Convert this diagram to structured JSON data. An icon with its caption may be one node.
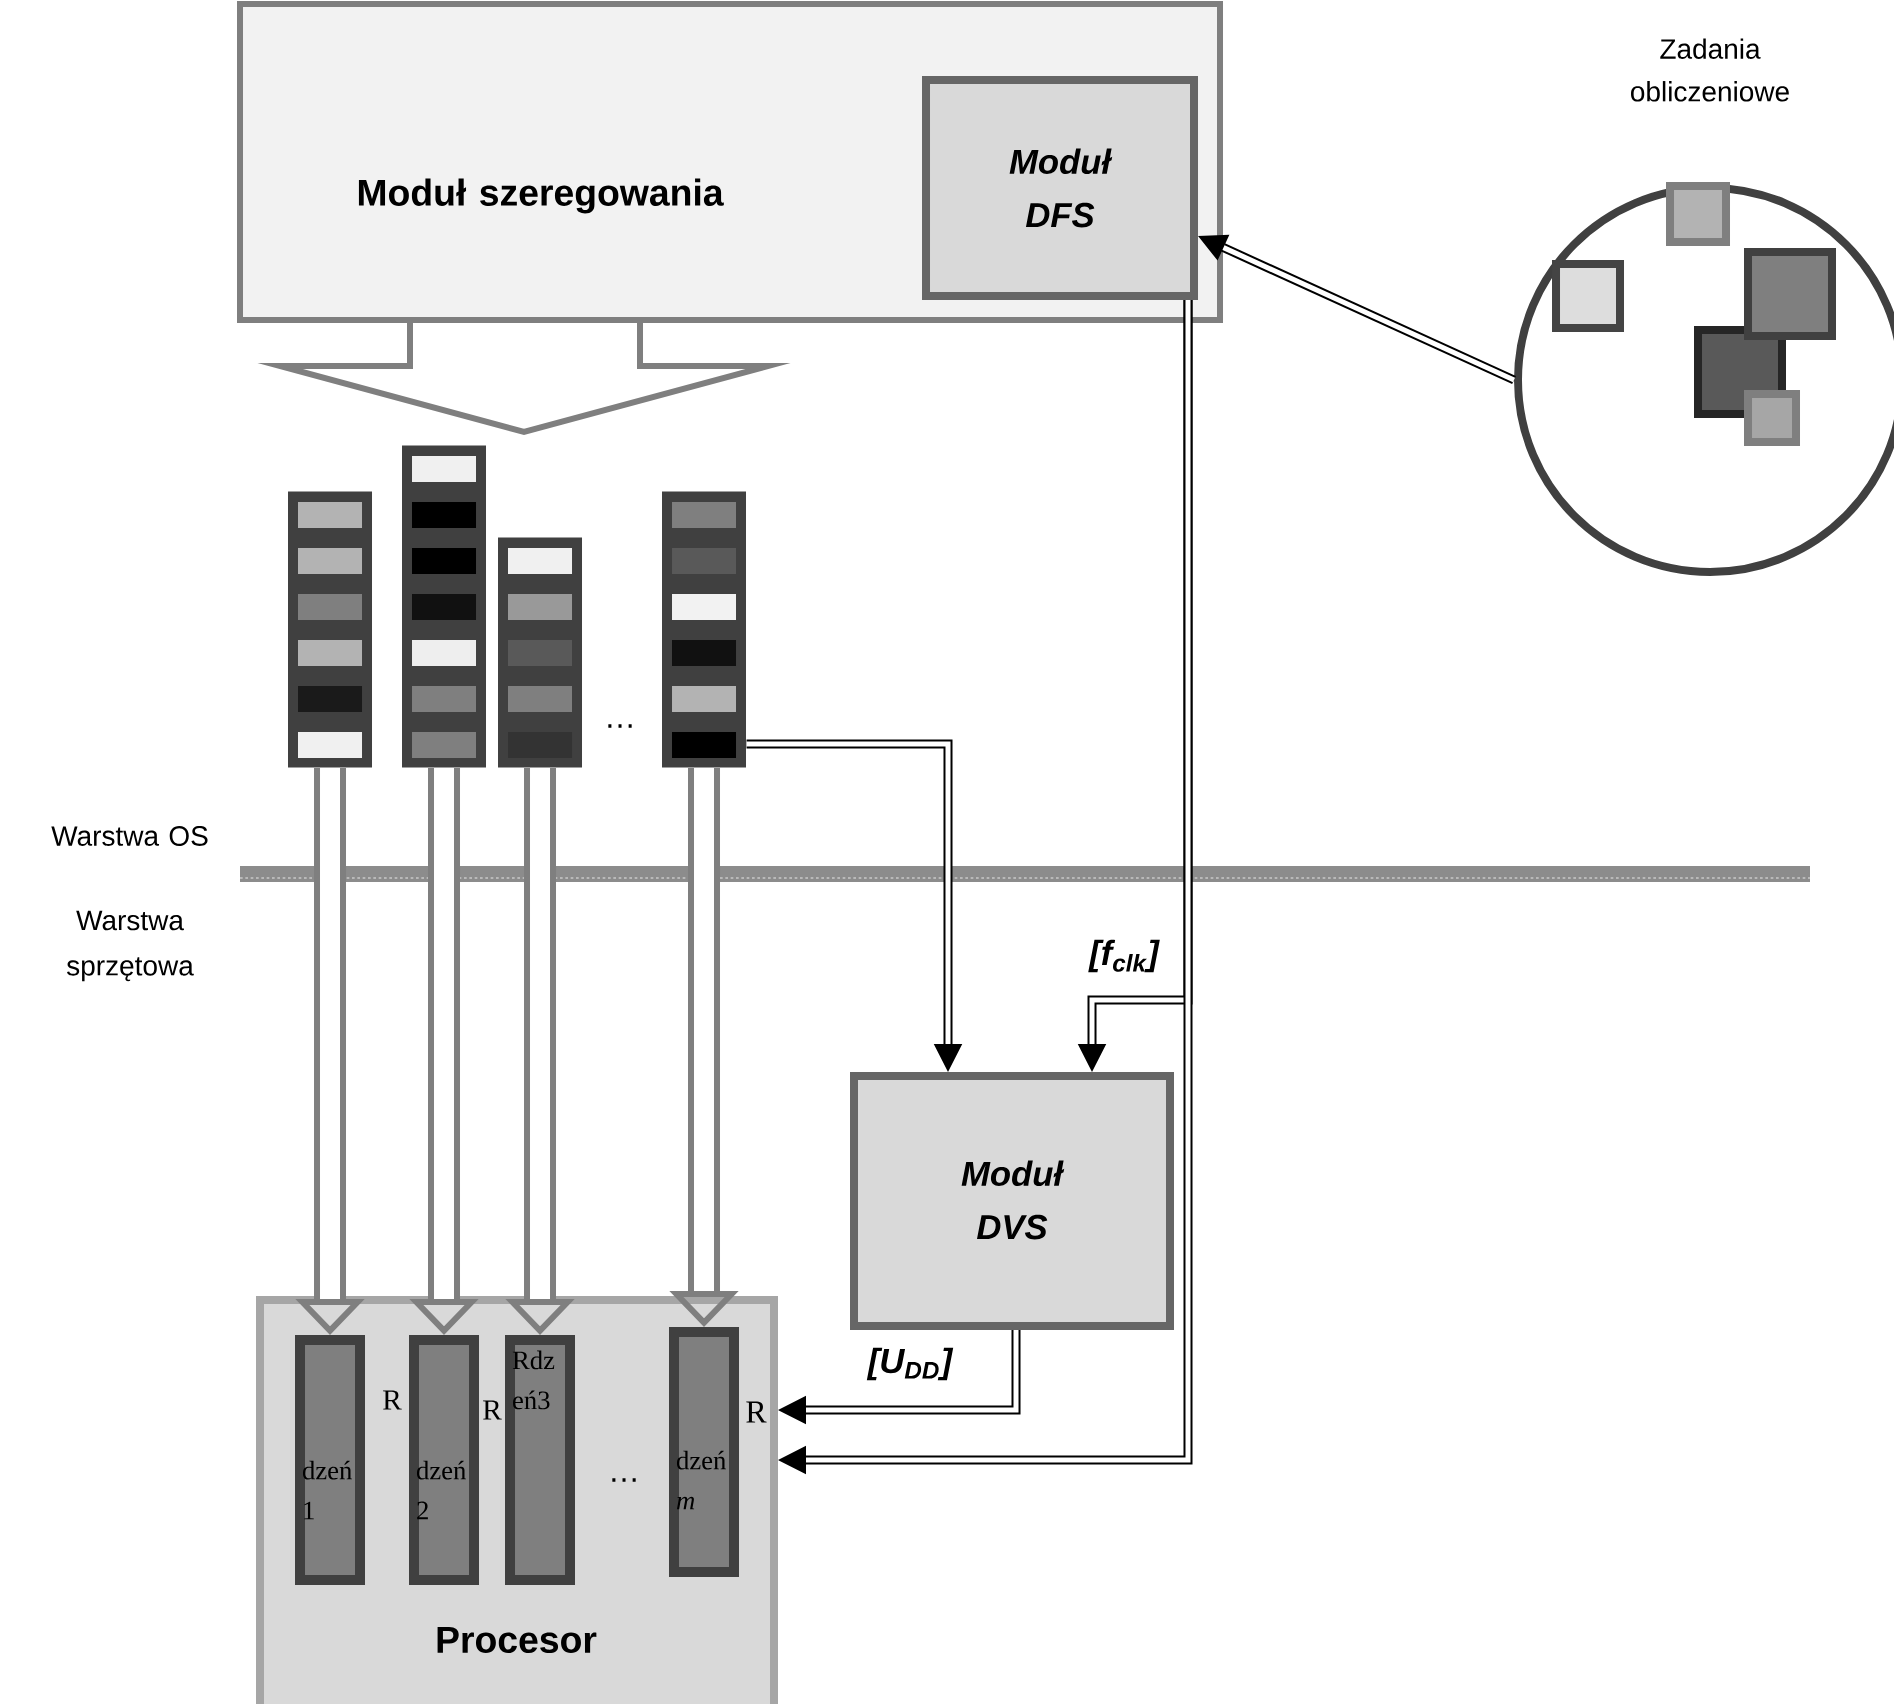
{
  "diagram": {
    "nodes": [
      {
        "text": [
          "Moduł szeregowania"
        ]
      },
      {
        "text": [
          "Moduł DFS"
        ],
        "in": 0
      },
      {
        "text": [
          "Zadania obliczeniowe"
        ]
      },
      {
        "text": [],
        "shape": "box"
      },
      {
        "text": [],
        "shape": "box"
      },
      {
        "text": [],
        "shape": "box"
      },
      {
        "text": [],
        "shape": "box"
      },
      {
        "text": [
          "Moduł DVS"
        ]
      },
      {
        "text": [
          "Procesor"
        ]
      },
      {
        "text": [
          "dzeń 1"
        ],
        "in": 8
      },
      {
        "text": [
          "dzeń 2"
        ],
        "in": 8
      },
      {
        "text": [
          "Rdz eń3"
        ],
        "in": 8
      },
      {
        "text": [
          "dzeń *m*"
        ],
        "in": 8,
        "beside": [
          "R"
        ]
      }
    ],
    "edges": [
      {
        "from": 2,
        "to": 1,
        "arrow": "to"
      },
      {
        "from": 0,
        "to": null,
        "arrow": "to",
        "style": "thick",
        "color": "#7f7f7f"
      },
      {
        "from": 3,
        "to": 9,
        "arrow": "to",
        "style": "thick",
        "color": "#7f7f7f"
      },
      {
        "from": 4,
        "to": 10,
        "arrow": "to",
        "style": "thick",
        "color": "#7f7f7f"
      },
      {
        "from": 5,
        "to": 11,
        "arrow": "to",
        "style": "thick",
        "color": "#7f7f7f"
      },
      {
        "from": 6,
        "to": 12,
        "arrow": "to",
        "style": "thick",
        "color": "#7f7f7f"
      },
      {
        "from": 6,
        "to": 7,
        "arrow": "to"
      },
      {
        "from": 1,
        "to": 7,
        "arrow": "to",
        "label": "[f$_{clk}$]"
      },
      {
        "from": 7,
        "to": 8,
        "arrow": "to",
        "label": "[U$_{DD}$]"
      },
      {
        "from": 1,
        "to": 8,
        "arrow": "to"
      }
    ],
    "labels": [
      "Warstwa OS",
      "Warstwa sprzętowa",
      "…",
      "R",
      "R",
      "…"
    ]
  }
}
